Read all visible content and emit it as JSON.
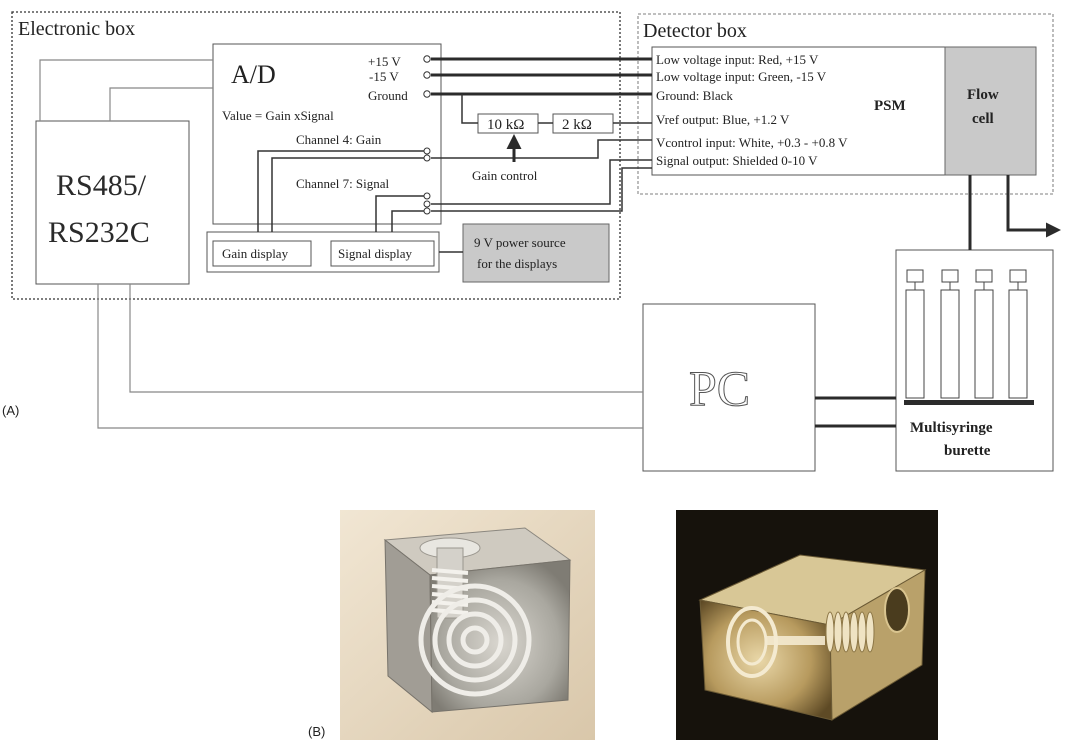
{
  "electronic_box": {
    "title": "Electronic box",
    "rs_line1": "RS485/",
    "rs_line2": "RS232C",
    "ad": "A/D",
    "formula": "Value = Gain xSignal",
    "terminals": [
      "+15 V",
      "-15 V",
      "Ground"
    ],
    "channel4": "Channel 4: Gain",
    "channel7": "Channel 7: Signal",
    "r10k": "10 kΩ",
    "r2k": "2 kΩ",
    "gain_control": "Gain control",
    "gain_display": "Gain display",
    "signal_display": "Signal display",
    "power_line1": "9 V power source",
    "power_line2": "for the displays"
  },
  "detector_box": {
    "title": "Detector box",
    "psm": "PSM",
    "flow_line1": "Flow",
    "flow_line2": "cell",
    "inputs": [
      "Low voltage input: Red, +15 V",
      "Low voltage input: Green, -15 V",
      "Ground: Black",
      "Vref output: Blue, +1.2 V",
      "Vcontrol input: White, +0.3 - +0.8 V",
      "Signal output: Shielded 0-10 V"
    ]
  },
  "pc": "PC",
  "burette_line1": "Multisyringe",
  "burette_line2": "burette",
  "panel_a": "(A)",
  "panel_b": "(B)",
  "colors": {
    "photo_bg_left": "#e8d9c2",
    "photo_bg_right": "#0f0c08",
    "gray_fill": "#c9c9c9"
  }
}
